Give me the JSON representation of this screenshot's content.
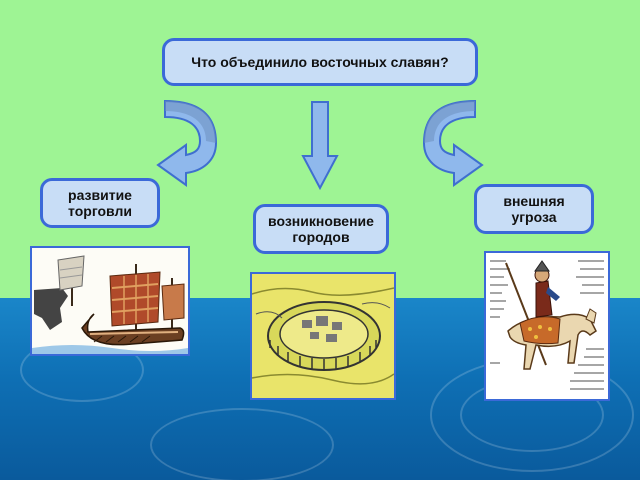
{
  "question": "Что объединило восточных славян?",
  "answers": {
    "trade": [
      "развитие",
      "торговли"
    ],
    "cities": [
      "возникновение",
      "городов"
    ],
    "threat": [
      "внешняя",
      "угроза"
    ]
  },
  "images": {
    "ships": "ships-illustration",
    "city": "fortified-city-illustration",
    "rider": "mounted-warrior-illustration"
  },
  "colors": {
    "background_top": "#9ef494",
    "water": "#1178bf",
    "box_fill": "#c8ddf6",
    "box_border": "#3b69d8",
    "arrow_fill": "#8fb8ec"
  }
}
